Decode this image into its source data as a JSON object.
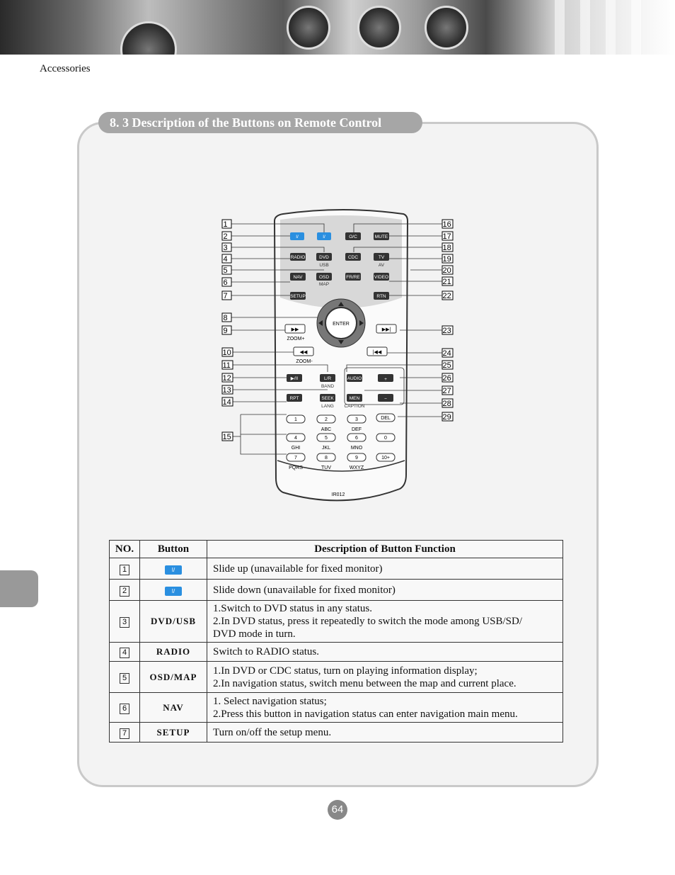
{
  "header": {
    "section": "Accessories"
  },
  "section_title": "8. 3  Description of the Buttons on Remote Control",
  "remote": {
    "model": "IR012",
    "callout_numbers_left": [
      "1",
      "2",
      "3",
      "4",
      "5",
      "6",
      "7",
      "8",
      "9",
      "10",
      "11",
      "12",
      "13",
      "14",
      "15"
    ],
    "callout_numbers_right": [
      "16",
      "17",
      "18",
      "19",
      "20",
      "21",
      "22",
      "23",
      "24",
      "25",
      "26",
      "27",
      "28",
      "29"
    ],
    "buttons": {
      "slide_up": "I/",
      "slide_down": "I/",
      "oc": "O/C",
      "mute": "MUTE",
      "radio": "RADIO",
      "dvd": "DVD",
      "usb": "USB",
      "cdc": "CDC",
      "tv": "TV",
      "av": "AV",
      "nav": "NAV",
      "osd": "OSD",
      "map": "MAP",
      "frre": "FR/RE",
      "video": "VIDEO",
      "setup": "SETUP",
      "rtn": "RTN",
      "enter": "ENTER",
      "zoom_plus": "ZOOM+",
      "zoom_minus": "ZOOM-",
      "lr": "L/R",
      "band": "BAND",
      "audio": "AUDIO",
      "rpt": "RPT",
      "seek": "SEEK",
      "lang": "LANG",
      "men": "MEN",
      "caption": "CAPTION",
      "del": "DEL",
      "keys": [
        "1",
        "2",
        "3",
        "4",
        "5",
        "6",
        "7",
        "8",
        "9",
        "0",
        "10+"
      ],
      "key_letters": [
        "ABC",
        "DEF",
        "GHI",
        "JKL",
        "MNO",
        "PQRS",
        "TUV",
        "WXYZ"
      ]
    }
  },
  "table": {
    "headers": [
      "NO.",
      "Button",
      "Description  of  Button  Function"
    ],
    "rows": [
      {
        "no": "1",
        "button_icon": "I/",
        "button": "",
        "desc": [
          "Slide up (unavailable for fixed monitor)"
        ]
      },
      {
        "no": "2",
        "button_icon": "I/",
        "button": "",
        "desc": [
          "Slide down (unavailable for fixed monitor)"
        ]
      },
      {
        "no": "3",
        "button_icon": "",
        "button": "DVD/USB",
        "desc": [
          "1.Switch to DVD status in any status.",
          "2.In DVD status, press it repeatedly to switch the mode among USB/SD/",
          "DVD   mode in turn."
        ]
      },
      {
        "no": "4",
        "button_icon": "",
        "button": "RADIO",
        "desc": [
          "Switch  to  RADIO  status."
        ]
      },
      {
        "no": "5",
        "button_icon": "",
        "button": "OSD/MAP",
        "desc": [
          "1.In DVD or CDC status, turn on playing information display;",
          "2.In navigation status, switch menu between the map and current place."
        ]
      },
      {
        "no": "6",
        "button_icon": "",
        "button": "NAV",
        "desc": [
          "1. Select navigation status;",
          "2.Press this button in navigation status can enter navigation main menu."
        ]
      },
      {
        "no": "7",
        "button_icon": "",
        "button": "SETUP",
        "desc": [
          "Turn  on/off  the  setup  menu."
        ]
      }
    ]
  },
  "page_number": "64",
  "colors": {
    "accent": "#a6a6a6",
    "panel": "#f3f3f3",
    "blue_button": "#2a8fe0"
  }
}
